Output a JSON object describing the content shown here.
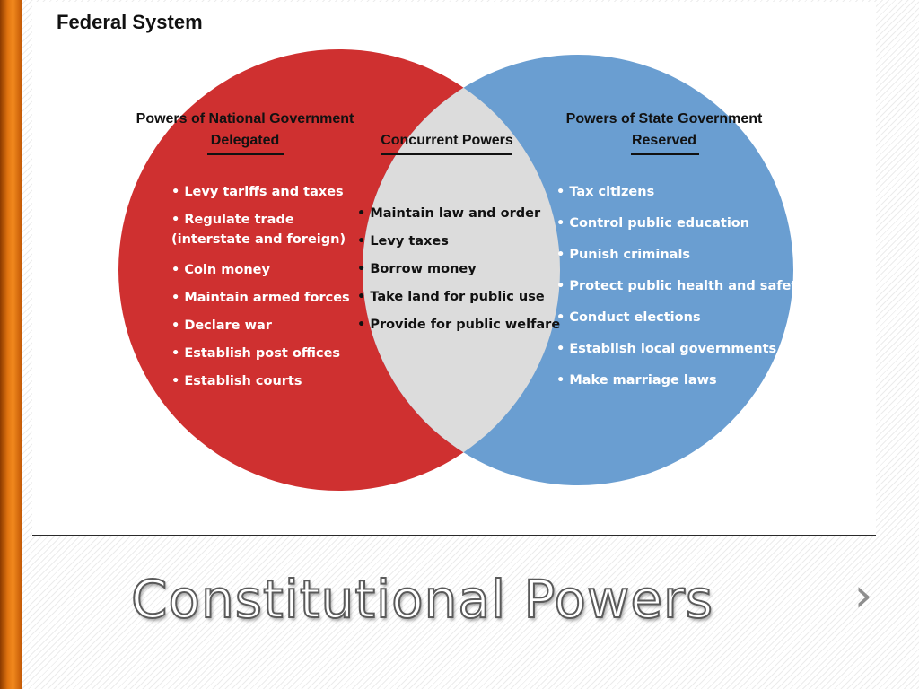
{
  "diagram": {
    "title": "Federal System",
    "colors": {
      "national": "#cf3030",
      "state": "#6a9ed1",
      "overlap": "#dcdcdc",
      "heading_text": "#111111",
      "item_text_circles": "#ffffff",
      "item_text_overlap": "#111111"
    },
    "national": {
      "heading": "Powers of National Government",
      "subheading": "Delegated",
      "items": [
        [
          "• Levy tariffs and taxes"
        ],
        [
          "• Regulate trade",
          "(interstate and foreign)"
        ],
        [
          "• Coin money"
        ],
        [
          "• Maintain armed forces"
        ],
        [
          "• Declare war"
        ],
        [
          "• Establish post offices"
        ],
        [
          "• Establish courts"
        ]
      ]
    },
    "concurrent": {
      "heading": "Concurrent Powers",
      "items": [
        "• Maintain law and order",
        "• Levy taxes",
        "• Borrow money",
        "• Take land for public use",
        "• Provide for public welfare"
      ]
    },
    "state": {
      "heading": "Powers of State Government",
      "subheading": "Reserved",
      "items": [
        "• Tax citizens",
        "• Control public education",
        "• Punish criminals",
        "• Protect public health and safety",
        "• Conduct elections",
        "• Establish local governments",
        "• Make marriage laws"
      ]
    }
  },
  "slide": {
    "title": "Constitutional Powers",
    "next_icon": "›"
  }
}
